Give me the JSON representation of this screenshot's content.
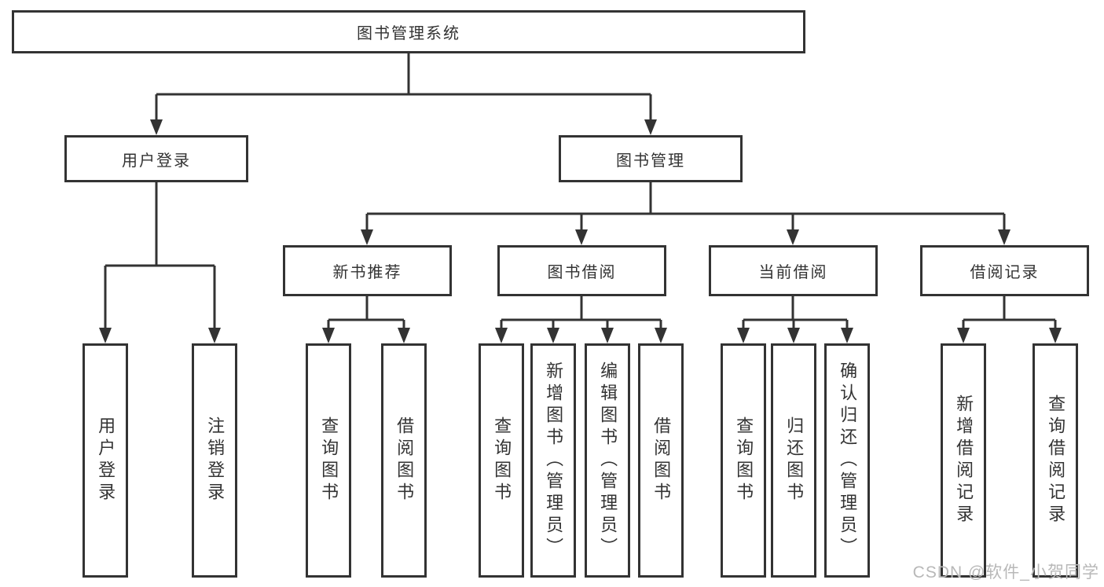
{
  "colors": {
    "line": "#333333",
    "text": "#333333",
    "background": "#ffffff",
    "watermark": "#b8b8b8"
  },
  "watermark": {
    "text": "CSDN @软件_小贺同学"
  },
  "tree": {
    "label": "图书管理系统",
    "children": [
      {
        "label": "用户登录",
        "children": [
          {
            "label": "用户登录"
          },
          {
            "label": "注销登录"
          }
        ]
      },
      {
        "label": "图书管理",
        "children": [
          {
            "label": "新书推荐",
            "children": [
              {
                "label": "查询图书"
              },
              {
                "label": "借阅图书"
              }
            ]
          },
          {
            "label": "图书借阅",
            "children": [
              {
                "label": "查询图书"
              },
              {
                "label": "新增图书（管理员）"
              },
              {
                "label": "编辑图书（管理员）"
              },
              {
                "label": "借阅图书"
              }
            ]
          },
          {
            "label": "当前借阅",
            "children": [
              {
                "label": "查询图书"
              },
              {
                "label": "归还图书"
              },
              {
                "label": "确认归还（管理员）"
              }
            ]
          },
          {
            "label": "借阅记录",
            "children": [
              {
                "label": "新增借阅记录"
              },
              {
                "label": "查询借阅记录"
              }
            ]
          }
        ]
      }
    ]
  }
}
